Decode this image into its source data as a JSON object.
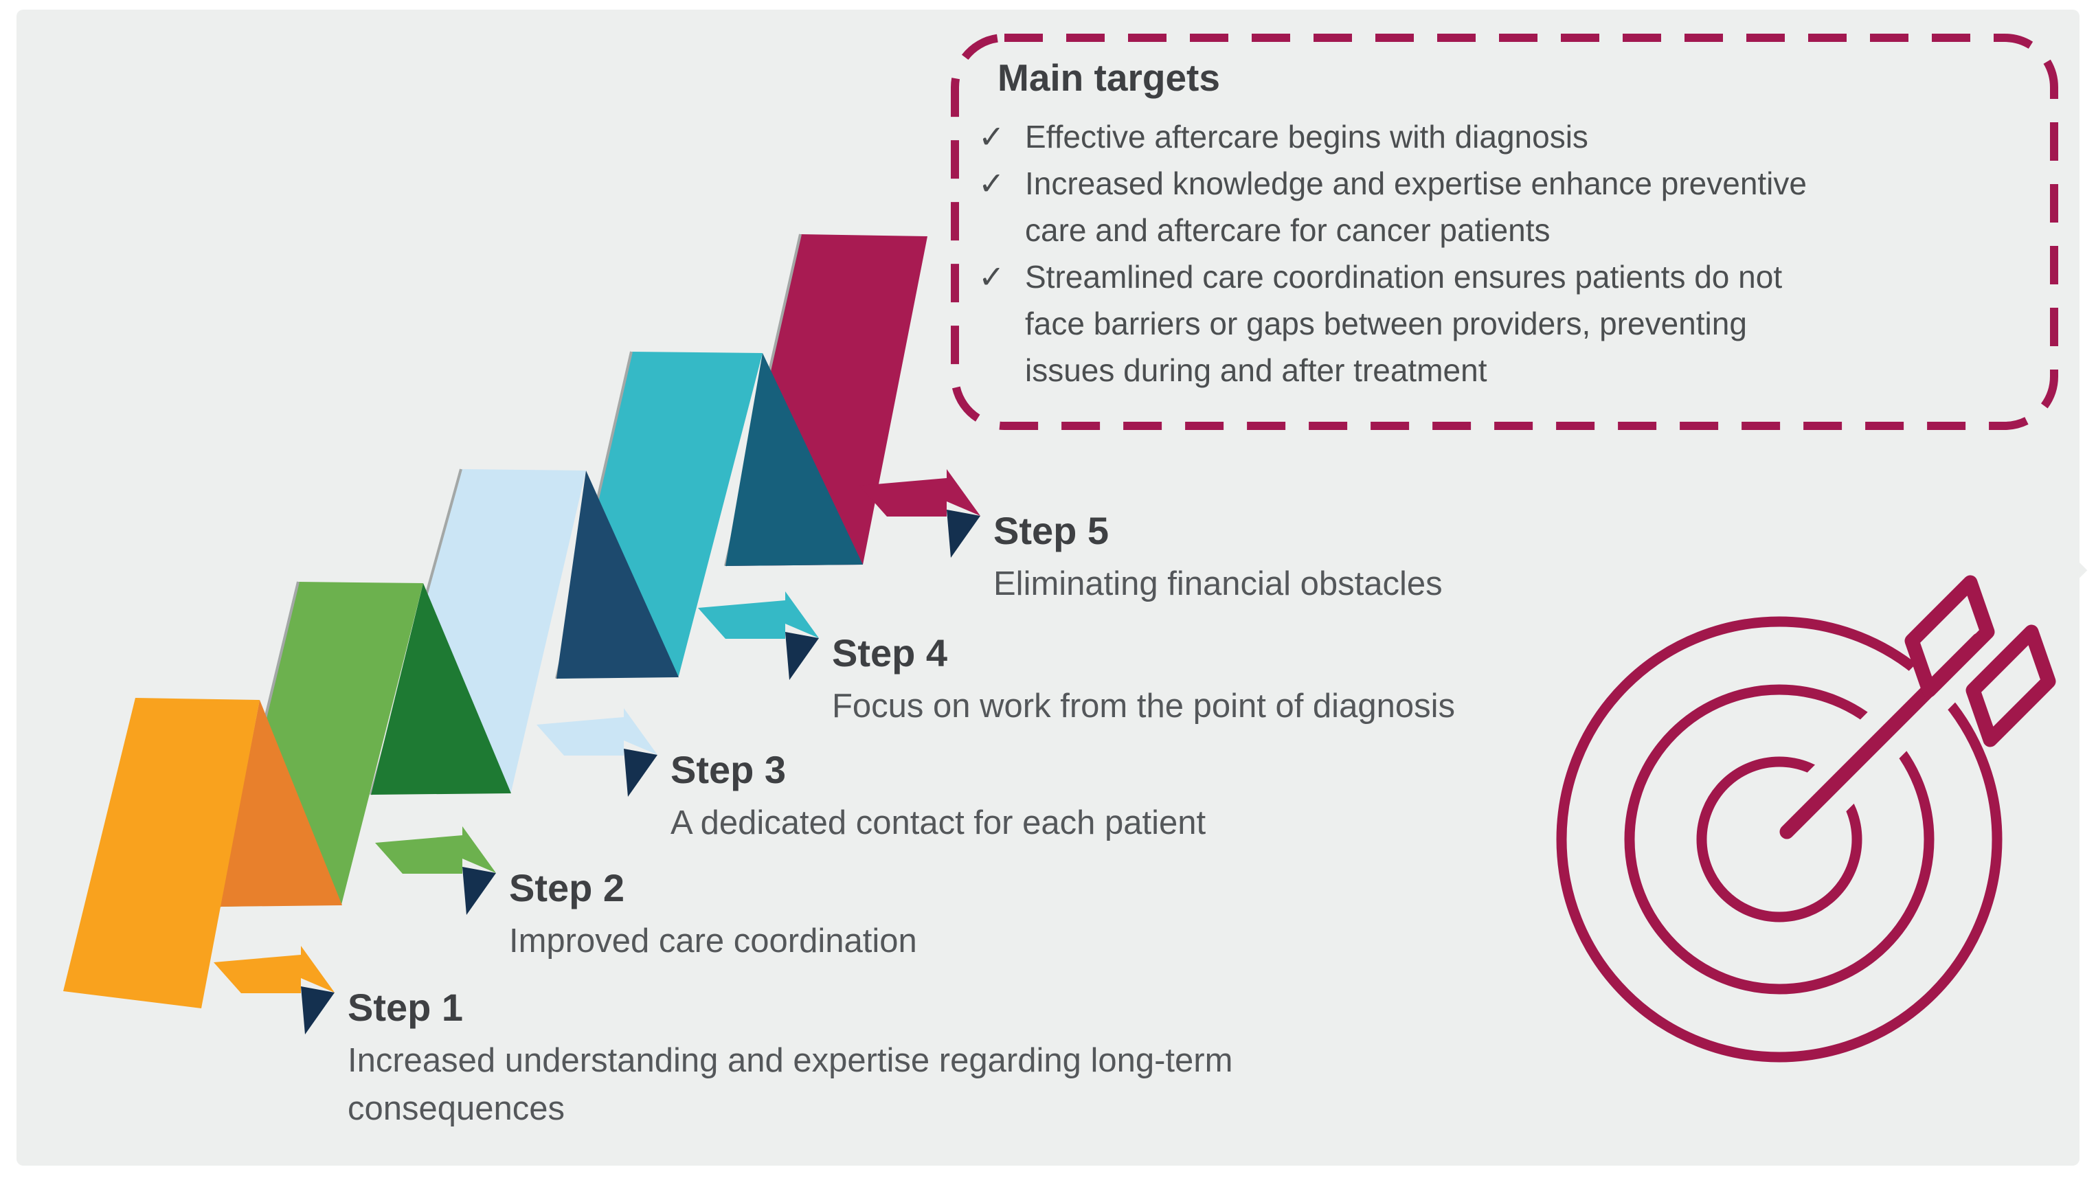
{
  "page": {
    "bg_color": "#ffffff",
    "panel_color": "#edefee"
  },
  "targets_box": {
    "title": "Main targets",
    "border_color": "#a21850",
    "lines": [
      {
        "mark": "✓",
        "text": "Effective aftercare begins with diagnosis"
      },
      {
        "mark": "✓",
        "text": "Increased knowledge and expertise enhance preventive"
      },
      {
        "mark": "",
        "text": "care and aftercare for cancer patients"
      },
      {
        "mark": "✓",
        "text": "Streamlined care coordination ensures patients do not"
      },
      {
        "mark": "",
        "text": "face barriers or gaps between providers, preventing"
      },
      {
        "mark": "",
        "text": "issues during and after treatment"
      }
    ]
  },
  "steps": [
    {
      "label": "Step 1",
      "desc_lines": [
        "Increased understanding and expertise regarding long-term",
        "consequences"
      ],
      "ribbon_color": "#f9a21e",
      "fold_color": "#e8802c"
    },
    {
      "label": "Step 2",
      "desc_lines": [
        "Improved care coordination"
      ],
      "ribbon_color": "#6cb14e",
      "fold_color": "#1e7a33"
    },
    {
      "label": "Step 3",
      "desc_lines": [
        "A dedicated contact for each patient"
      ],
      "ribbon_color": "#cbe5f5",
      "fold_color": "#1d4a6e"
    },
    {
      "label": "Step 4",
      "desc_lines": [
        "Focus on work from the point of diagnosis"
      ],
      "ribbon_color": "#35b9c6",
      "fold_color": "#17607c"
    },
    {
      "label": "Step 5",
      "desc_lines": [
        "Eliminating financial obstacles"
      ],
      "ribbon_color": "#a81b52",
      "fold_color": "#a81b52"
    }
  ],
  "arrow_fold_color": "#14304f",
  "ribbon_edge_color": "#a3a7a6",
  "bullseye": {
    "color": "#a1174b"
  }
}
